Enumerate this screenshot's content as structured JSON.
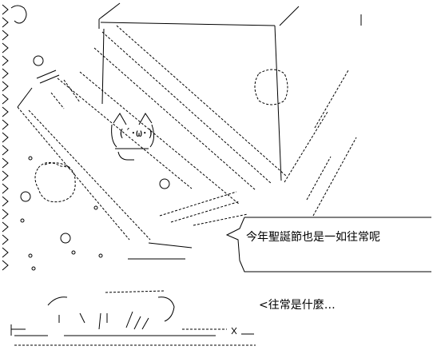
{
  "speech": {
    "line1": "今年聖誕節也是一如往常呢",
    "line2": "<往常是什麼…"
  },
  "art_text": {
    "cat_face": "(´･ω･)"
  },
  "colors": {
    "background": "#ffffff",
    "ink": "#000000"
  }
}
